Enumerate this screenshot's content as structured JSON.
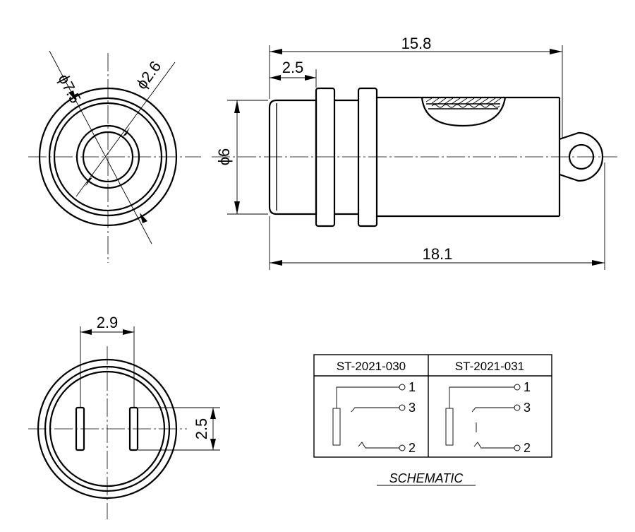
{
  "dimensions": {
    "dia_outer": "ϕ7.5",
    "dia_inner": "ϕ2.6",
    "overall_length": "15.8",
    "flange_offset": "2.5",
    "body_diameter": "ϕ6",
    "total_length": "18.1",
    "pin_spacing": "2.9",
    "pin_length": "2.5"
  },
  "schematic": {
    "caption": "SCHEMATIC",
    "models": [
      "ST-2021-030",
      "ST-2021-031"
    ],
    "pins": [
      "1",
      "3",
      "2"
    ]
  }
}
